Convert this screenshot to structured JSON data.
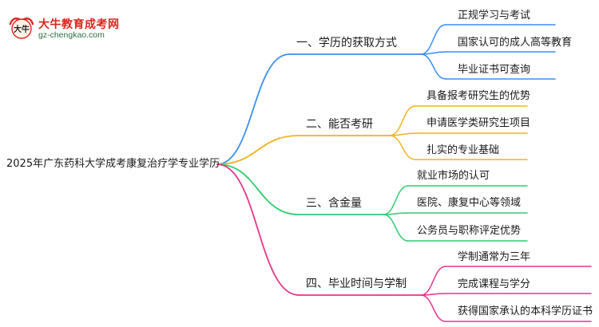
{
  "logo": {
    "name": "大牛教育成考网",
    "url": "gz-chengkao.com",
    "mark_text": "大牛"
  },
  "root": "2025年广东药科大学成考康复治疗学专业学历",
  "branches": [
    {
      "label": "一、学历的获取方式",
      "color": "#3b8ff0",
      "leaves": [
        "正规学习与考试",
        "国家认可的成人高等教育",
        "毕业证书可查询"
      ]
    },
    {
      "label": "二、能否考研",
      "color": "#f2b31c",
      "leaves": [
        "具备报考研究生的优势",
        "申请医学类研究生项目",
        "扎实的专业基础"
      ]
    },
    {
      "label": "三、含金量",
      "color": "#2dcc70",
      "leaves": [
        "就业市场的认可",
        "医院、康复中心等领域",
        "公务员与职称评定优势"
      ]
    },
    {
      "label": "四、毕业时间与学制",
      "color": "#e8338c",
      "leaves": [
        "学制通常为三年",
        "完成课程与学分",
        "获得国家承认的本科学历证书"
      ]
    }
  ]
}
